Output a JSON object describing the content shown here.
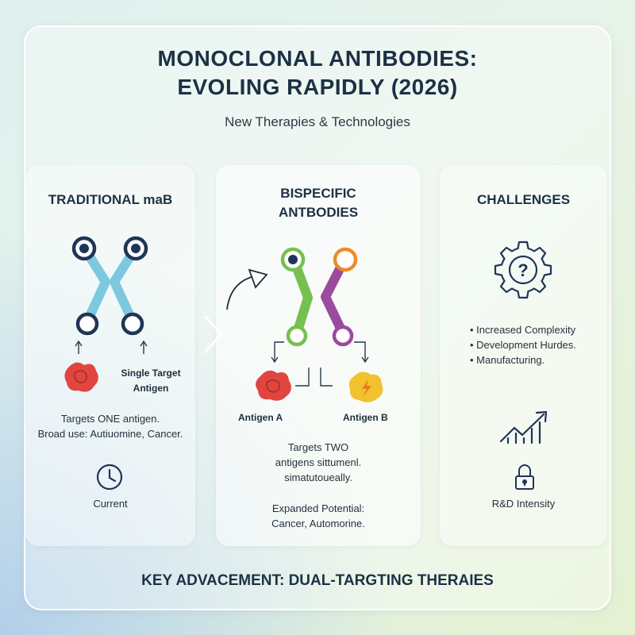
{
  "header": {
    "title_line1": "MONOCLONAL ANTIBODIES:",
    "title_line2": "EVOLING RAPIDLY (2026)",
    "subtitle": "New Therapies & Technologies"
  },
  "traditional": {
    "heading": "TRADITIONAL maB",
    "antigen_label_line1": "Single Target",
    "antigen_label_line2": "Antigen",
    "desc_line1": "Targets ONE antigen.",
    "desc_line2": "Broad use: Autiuomine, Cancer.",
    "status_label": "Current",
    "colors": {
      "arm": "#7cc9df",
      "ring": "#1f3557",
      "antigen": "#e0453f"
    }
  },
  "bispecific": {
    "heading_line1": "BISPECIFIC",
    "heading_line2": "ANTBODIES",
    "antigen_a": "Antigen A",
    "antigen_b": "Antigen B",
    "desc_line1": "Targets TWO",
    "desc_line2": "antigens sittumenl.",
    "desc_line3": "simatutoueally.",
    "potential_line1": "Expanded Potential:",
    "potential_line2": "Cancer, Automorine.",
    "colors": {
      "left_arm": "#76c04f",
      "right_arm": "#9b4a9e",
      "right_ring": "#f08a2b",
      "antigen_a": "#e0453f",
      "antigen_b": "#f2c12e"
    }
  },
  "challenges": {
    "heading": "CHALLENGES",
    "bullets": [
      "Increased Complexity",
      "Development Hurdes.",
      "Manufacturing."
    ],
    "intensity_label": "R&D Intensity",
    "icons": [
      "gear-question-icon",
      "rising-chart-icon",
      "lock-icon"
    ]
  },
  "footer": {
    "text": "KEY ADVACEMENT: DUAL-TARGTING THERAIES"
  }
}
